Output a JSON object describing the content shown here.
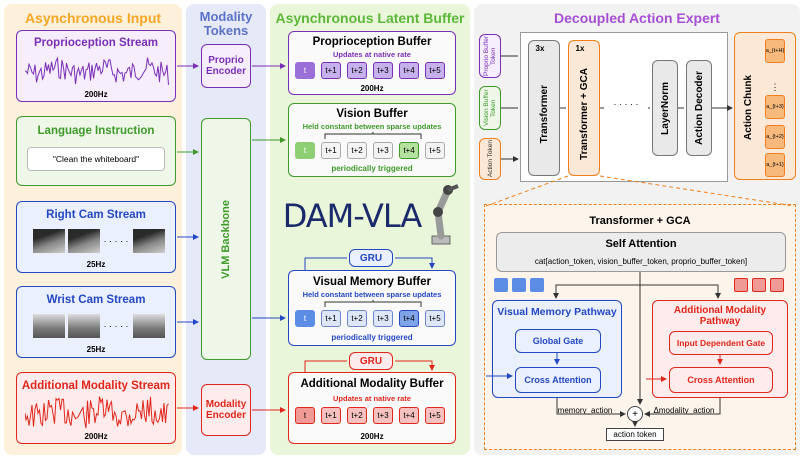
{
  "columns": {
    "async_input": "Asynchronous Input",
    "modality_tokens": "Modality Tokens",
    "latent_buffer": "Asynchronous Latent Buffer",
    "action_expert": "Decoupled Action Expert"
  },
  "inputs": {
    "proprio_title": "Proprioception Stream",
    "proprio_rate": "200Hz",
    "language_title": "Language Instruction",
    "language_text": "\"Clean the whiteboard\"",
    "rightcam_title": "Right Cam Stream",
    "rightcam_rate": "25Hz",
    "wristcam_title": "Wrist Cam Stream",
    "wristcam_rate": "25Hz",
    "additional_title": "Additional Modality Stream",
    "additional_rate": "200Hz",
    "dots": "· · · · ·"
  },
  "encoders": {
    "proprio": "Proprio Encoder",
    "vlm": "VLM Backbone",
    "modality": "Modality Encoder"
  },
  "buffers": {
    "proprio_title": "Proprioception Buffer",
    "proprio_sub": "Updates at native rate",
    "proprio_rate": "200Hz",
    "vision_title": "Vision Buffer",
    "vision_sub": "Held constant between sparse updates",
    "vision_trigger": "periodically triggered",
    "visual_memory_title": "Visual Memory Buffer",
    "visual_memory_sub": "Held constant between sparse updates",
    "visual_memory_trigger": "periodically triggered",
    "additional_title": "Additional Modality Buffer",
    "additional_sub": "Updates at native rate",
    "additional_rate": "200Hz",
    "gru": "GRU",
    "tokens": [
      "t",
      "t+1",
      "t+2",
      "t+3",
      "t+4",
      "t+5"
    ]
  },
  "logo": "DAM-VLA",
  "expert": {
    "proprio_token": "Proprio Buffer Token",
    "vision_token": "Vision Buffer Token",
    "action_token": "Action Token",
    "repeat_3x": "3x",
    "repeat_1x": "1x",
    "transformer": "Transformer",
    "transformer_gca": "Transformer + GCA",
    "dots": "· · · · ·",
    "layernorm": "LayerNorm",
    "action_decoder": "Action Decoder",
    "action_chunk": "Action Chunk",
    "chunk_labels": [
      "a_{t+H}",
      "a_{t+3}",
      "a_{t+2}",
      "a_{t+1}"
    ]
  },
  "gca": {
    "title": "Transformer + GCA",
    "self_attention": "Self Attention",
    "cat_formula": "cat[action_token, vision_buffer_token, proprio_buffer_token]",
    "visual_pathway": "Visual Memory Pathway",
    "global_gate": "Global Gate",
    "cross_attention_1": "Cross Attention",
    "additional_pathway": "Additional Modality Pathway",
    "input_gate": "Input Dependent Gate",
    "cross_attention_2": "Cross Attention",
    "memory_action": "memory_action",
    "delta_modality_action": "Δmodality_action",
    "plus": "+",
    "action_token": "action token"
  },
  "colors": {
    "input_bg": "#fdf1dc",
    "token_bg": "#e6e9f7",
    "buffer_bg": "#eaf6d9",
    "expert_bg": "#f2f2f2",
    "purple": "#7a2fb7",
    "green": "#3f9a2b",
    "blue": "#2448c4",
    "red": "#e0261d",
    "orange": "#f07f1c"
  }
}
